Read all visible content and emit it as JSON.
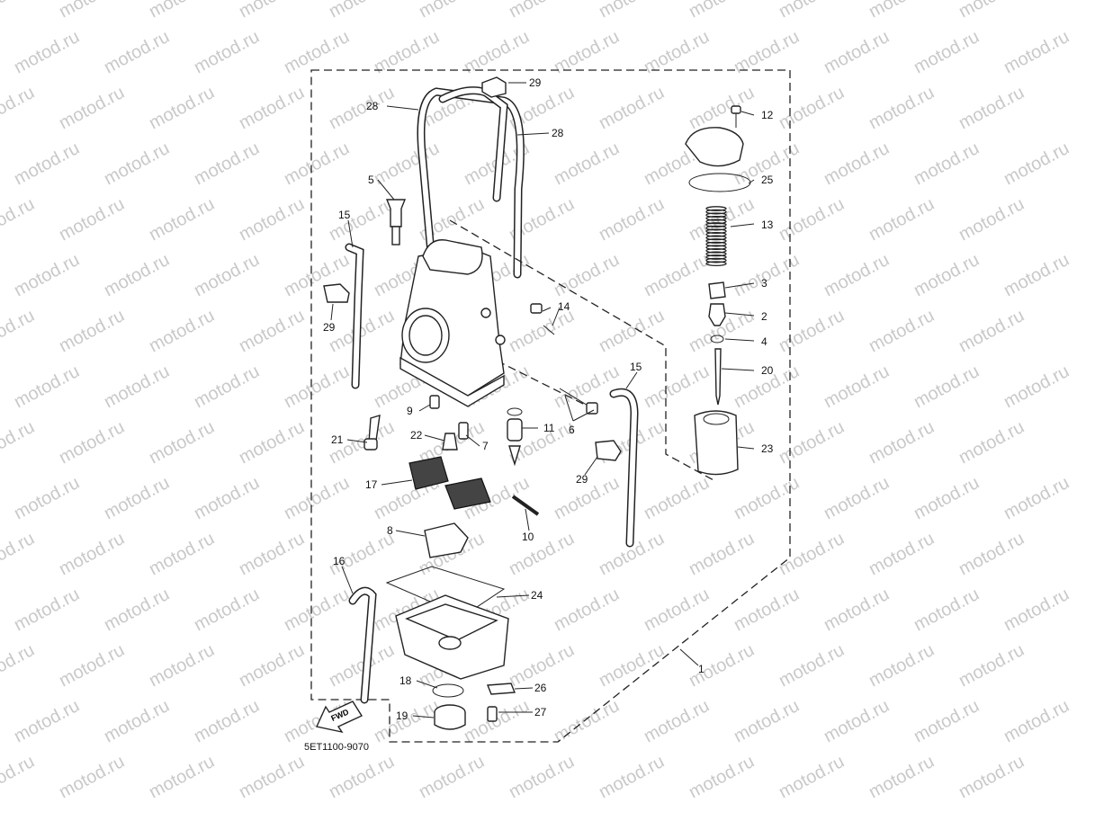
{
  "diagram_code": "5ET1100-9070",
  "fwd_label": "FWD",
  "watermark_text": "motod.ru",
  "part_numbers": [
    "1",
    "2",
    "3",
    "4",
    "5",
    "6",
    "7",
    "8",
    "9",
    "10",
    "11",
    "12",
    "13",
    "14",
    "15",
    "16",
    "17",
    "18",
    "19",
    "20",
    "21",
    "22",
    "23",
    "24",
    "25",
    "26",
    "27",
    "28",
    "29"
  ],
  "colors": {
    "line": "#222222",
    "watermark": "#c9c9c9",
    "background": "#ffffff"
  }
}
